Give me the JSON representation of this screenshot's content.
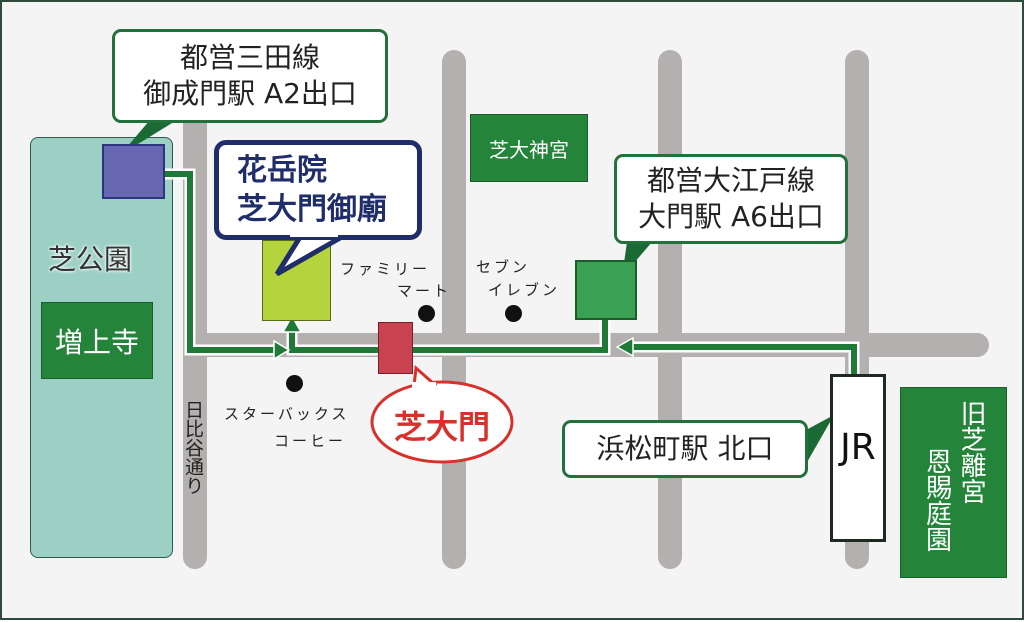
{
  "labels": {
    "mita_exit": [
      "都営三田線",
      "御成門駅 A2出口"
    ],
    "temple": [
      "花岳院",
      "芝大門御廟"
    ],
    "shiba_daijingu": "芝大神宮",
    "oedo_exit": [
      "都営大江戸線",
      "大門駅 A6出口"
    ],
    "shiba_park": "芝公園",
    "zojoji": "増上寺",
    "familymart": [
      "ファミリー",
      "マート"
    ],
    "seven_eleven": [
      "セブン",
      "イレブン"
    ],
    "starbucks": [
      "スターバックス",
      "コーヒー"
    ],
    "shibadaimon": "芝大門",
    "hibiya_dori": "日比谷通り",
    "hamamatsucho_exit": "浜松町駅 北口",
    "jr": "JR",
    "garden": [
      "旧芝離宮",
      "恩賜庭園"
    ]
  },
  "colors": {
    "road": "#b3b0af",
    "route": "#1f7a38",
    "park": "#9dd0c5",
    "green_box": "#23843a",
    "mita_exit": "#6667b0",
    "oedo_exit": "#3aa154",
    "temple_building": "#b5d33c",
    "shibadaimon_marker": "#c9424f",
    "shibadaimon_text": "#d8302a",
    "temple_text": "#1f2d6b"
  }
}
